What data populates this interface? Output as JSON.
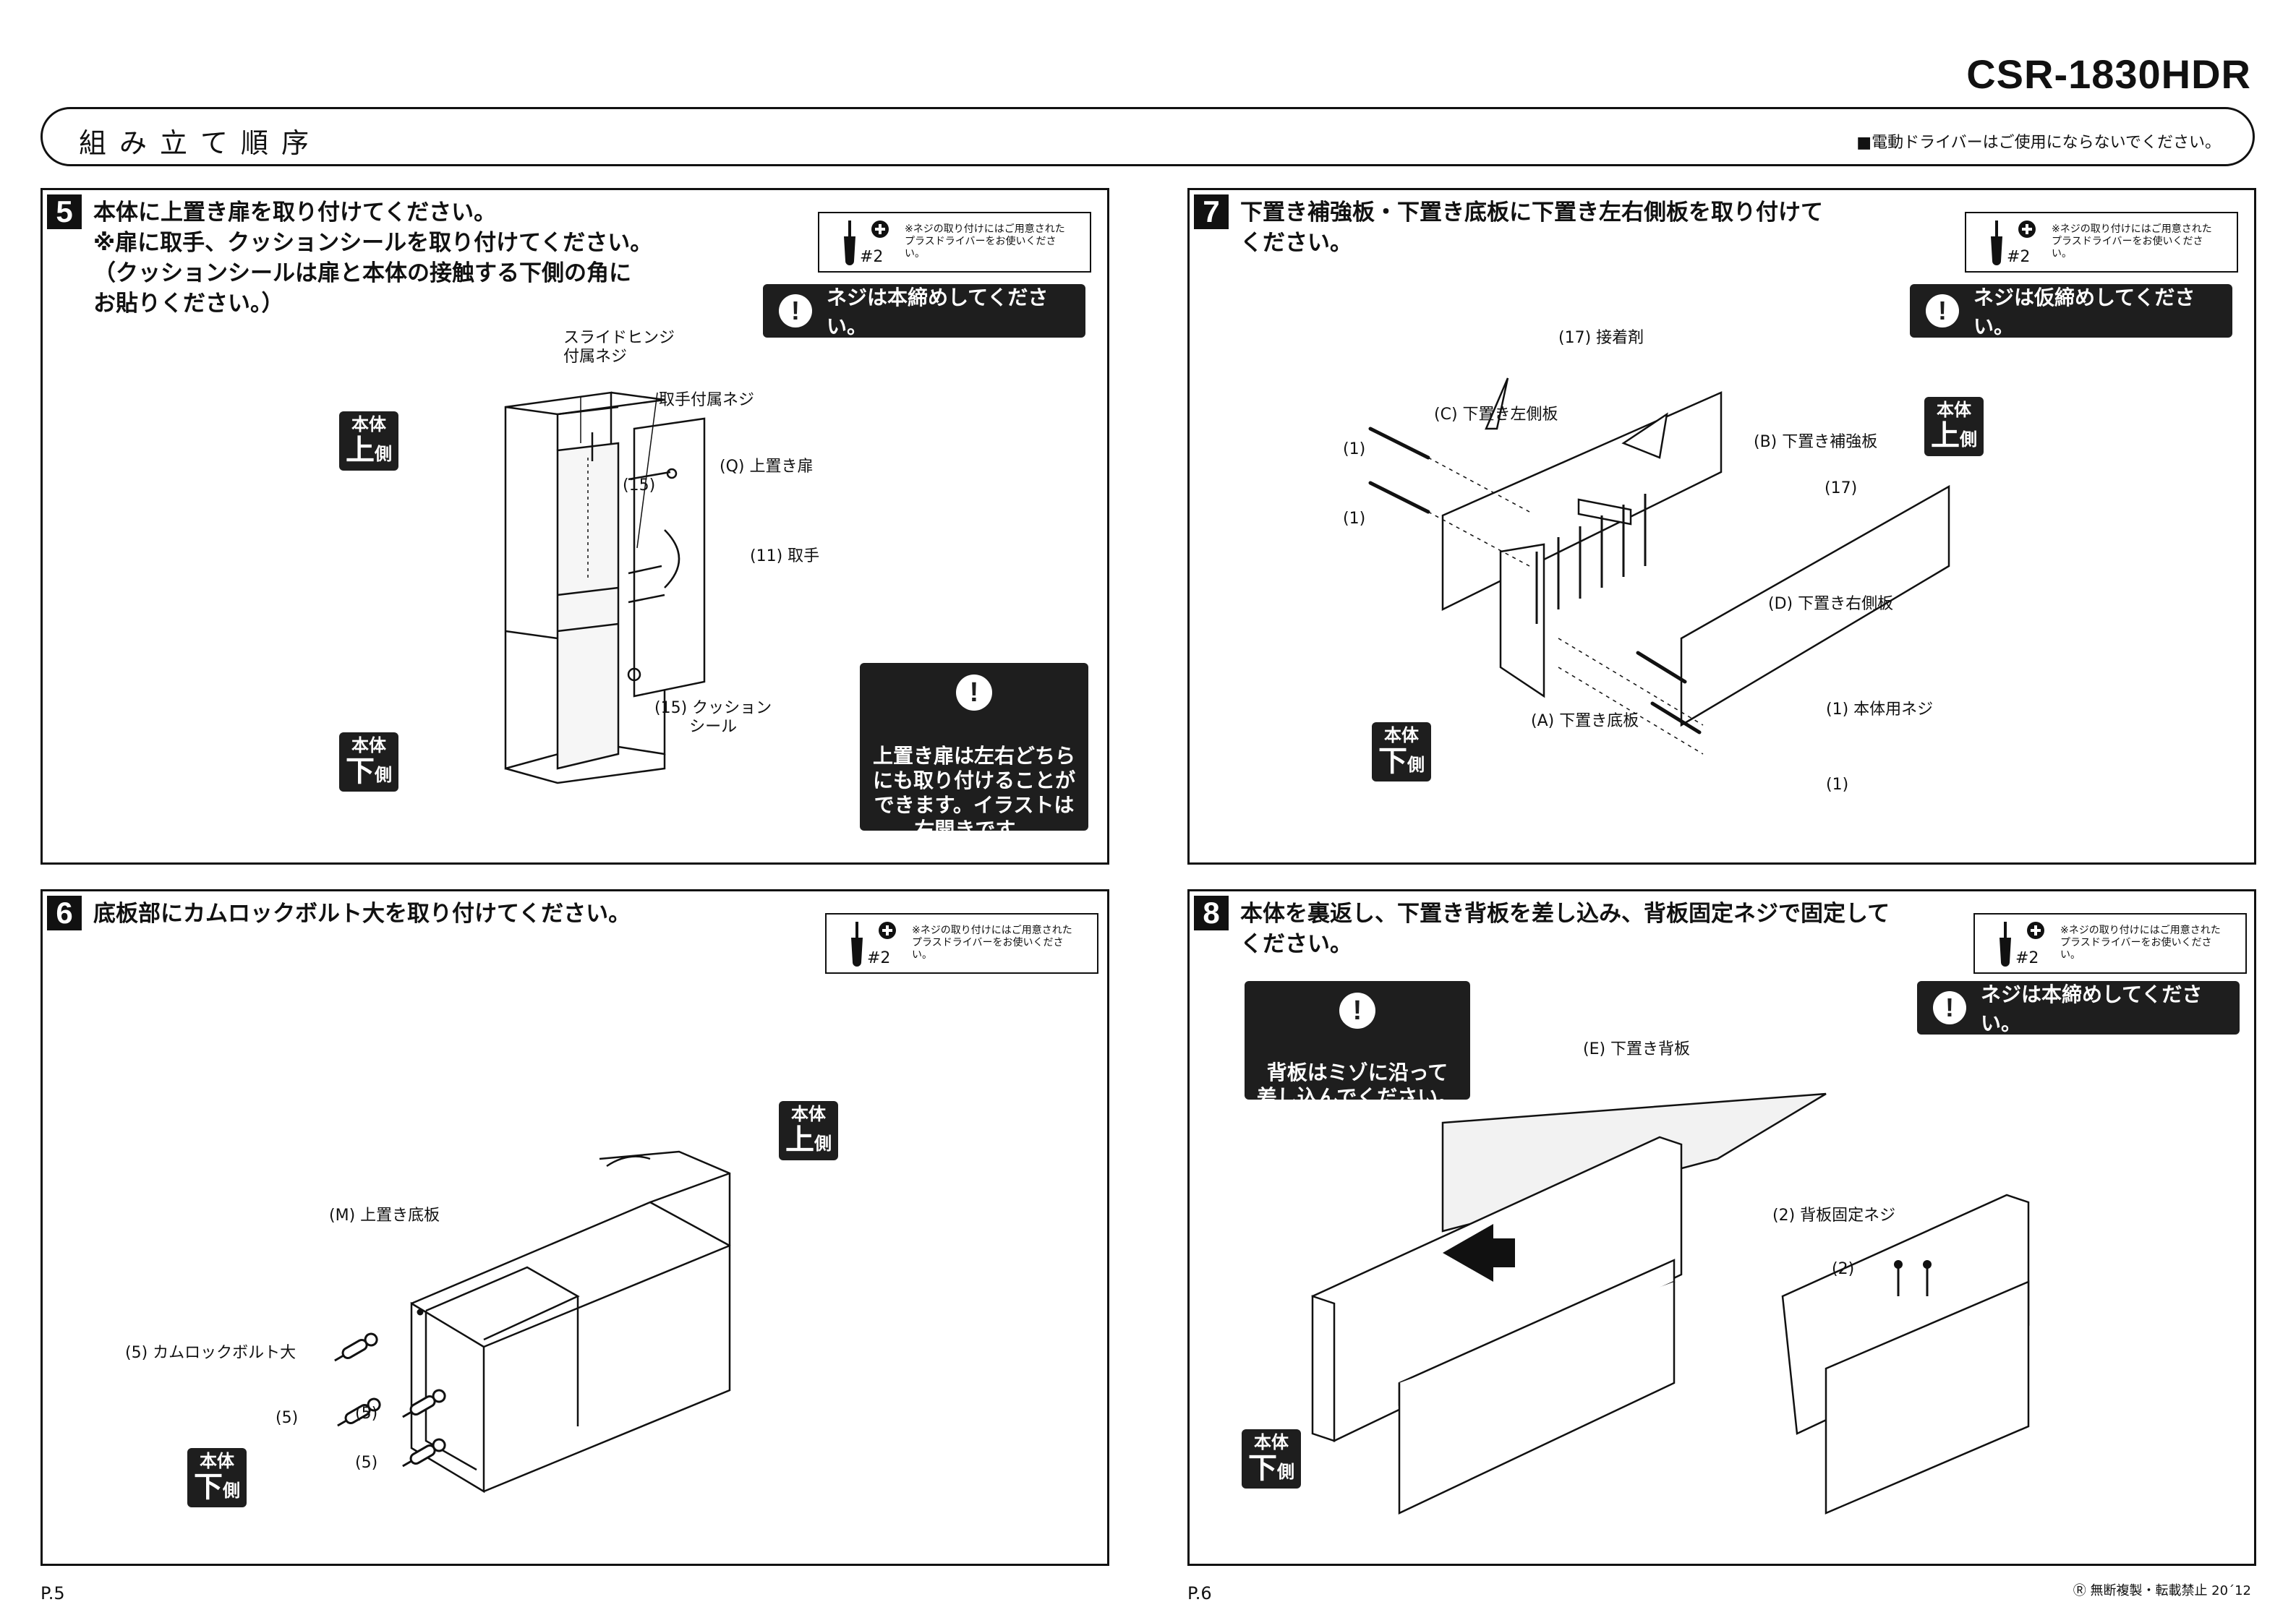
{
  "model": "CSR-1830HDR",
  "header": {
    "title": "組み立て順序",
    "notice": "■電動ドライバーはご使用にならないでください。"
  },
  "driver": {
    "note": "※ネジの取り付けにはご用意された\nプラスドライバーをお使いくださ\nい。",
    "size": "#2"
  },
  "sides": {
    "top_a": "本体",
    "top_b": "上",
    "top_c": "側",
    "bottom_b": "下"
  },
  "steps": {
    "s5": {
      "num": "5",
      "title": "本体に上置き扉を取り付けてください。\n※扉に取手、クッションシールを取り付けてください。\n（クッションシールは扉と本体の接触する下側の角に\nお貼りください。）",
      "warn": "ネジは本締めしてください。",
      "note": "上置き扉は左右どちら\nにも取り付けることが\nできます。イラストは\n右開きです。",
      "labels": {
        "hinge": "スライドヒンジ\n付属ネジ",
        "handle_screw": "取手付属ネジ",
        "p15a": "(15)",
        "door": "(Q) 上置き扉",
        "handle": "(11) 取手",
        "cushion": "(15) クッション\nシール"
      }
    },
    "s6": {
      "num": "6",
      "title": "底板部にカムロックボルト大を取り付けてください。",
      "labels": {
        "bottom": "(M) 上置き底板",
        "bolt": "(5) カムロックボルト大",
        "p5a": "(5)",
        "p5b": "(5)",
        "p5c": "(5)"
      }
    },
    "s7": {
      "num": "7",
      "title": "下置き補強板・下置き底板に下置き左右側板を取り付けて\nください。",
      "warn": "ネジは仮締めしてください。",
      "labels": {
        "glue": "(17) 接着剤",
        "left": "(C) 下置き左側板",
        "reinf": "(B) 下置き補強板",
        "p17": "(17)",
        "p1a": "(1)",
        "p1b": "(1)",
        "right": "(D) 下置き右側板",
        "bottom": "(A) 下置き底板",
        "screw": "(1) 本体用ネジ",
        "p1c": "(1)"
      }
    },
    "s8": {
      "num": "8",
      "title": "本体を裏返し、下置き背板を差し込み、背板固定ネジで固定して\nください。",
      "warn": "ネジは本締めしてください。",
      "note": "背板はミゾに沿って\n差し込んでください。",
      "labels": {
        "back": "(E) 下置き背板",
        "screw": "(2) 背板固定ネジ",
        "p2": "(2)"
      }
    }
  },
  "footer": {
    "left_page": "P.5",
    "right_page": "P.6",
    "copyright": "Ⓡ 無断複製・転載禁止 20´12"
  }
}
